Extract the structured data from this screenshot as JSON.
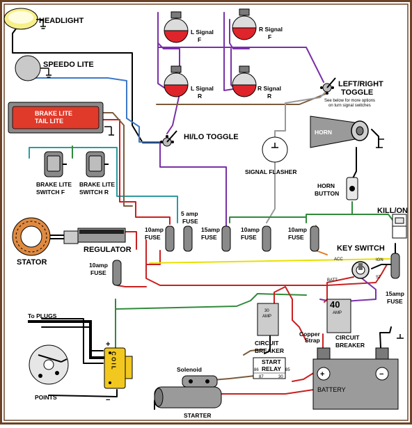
{
  "labels": {
    "headlight": "HEADLIGHT",
    "speedo_lite": "SPEEDO LITE",
    "brake_lite": "BRAKE LITE",
    "tail_lite": "TAIL LITE",
    "l_signal_f": "L Signal",
    "l_signal_f_suffix": "F",
    "l_signal_r": "L Signal",
    "l_signal_r_suffix": "R",
    "r_signal_f": "R Signal",
    "r_signal_f_suffix": "F",
    "r_signal_r": "R Signal",
    "r_signal_r_suffix": "R",
    "left_right_toggle_1": "LEFT/RIGHT",
    "left_right_toggle_2": "TOGGLE",
    "toggle_note_1": "See below for more options",
    "toggle_note_2": "on turn signal switches",
    "hi_lo_toggle": "HI/LO TOGGLE",
    "horn": "HORN",
    "signal_flasher": "SIGNAL FLASHER",
    "horn_button_1": "HORN",
    "horn_button_2": "BUTTON",
    "brake_lite_switch_f_1": "BRAKE LITE",
    "brake_lite_switch_f_2": "SWITCH  F",
    "brake_lite_switch_r_1": "BRAKE LITE",
    "brake_lite_switch_r_2": "SWITCH  R",
    "kill_on": "KILL/ON",
    "stator": "STATOR",
    "regulator": "REGULATOR",
    "fuse_10a_1a": "10amp",
    "fuse_10a_1b": "FUSE",
    "fuse_5a_a": "5 amp",
    "fuse_5a_b": "FUSE",
    "fuse_15a_1a": "15amp",
    "fuse_15a_1b": "FUSE",
    "fuse_10a_2a": "10amp",
    "fuse_10a_2b": "FUSE",
    "fuse_10a_3a": "10amp",
    "fuse_10a_3b": "FUSE",
    "fuse_10a_4a": "10amp",
    "fuse_10a_4b": "FUSE",
    "fuse_15a_2a": "15amp",
    "fuse_15a_2b": "FUSE",
    "key_switch": "KEY SWITCH",
    "acc": "ACC",
    "ign": "IGN",
    "batt": "BATT",
    "st": "ST",
    "to_plugs": "To PLUGS",
    "coil": "C O I L",
    "plus": "+",
    "minus": "−",
    "points": "POINTS",
    "cb30_1": "30",
    "cb30_2": "AMP",
    "cb40_1": "40",
    "cb40_2": "AMP",
    "circuit_breaker_1a": "CIRCUIT",
    "circuit_breaker_1b": "BREAKER",
    "circuit_breaker_2a": "CIRCUIT",
    "circuit_breaker_2b": "BREAKER",
    "copper_strap_1": "Copper",
    "copper_strap_2": "Strap",
    "start_relay": "START",
    "relay_word": "RELAY",
    "relay_86": "86",
    "relay_87": "87",
    "relay_85": "85",
    "relay_30": "30",
    "solenoid": "Solenoid",
    "starter": "STARTER",
    "battery": "BATTERY",
    "batt_plus": "+",
    "batt_minus": "−"
  },
  "colors": {
    "frame": "#6b4226",
    "lamp_red": "#e0242b",
    "headlight_yellow": "#f7ef8a",
    "brake_lite_red": "#e03a2a",
    "fuse_gray": "#8a8a8a",
    "battery_gray": "#9b9b9b",
    "wire_purple": "#7a2fa8",
    "wire_red": "#c82020",
    "wire_blue": "#3b78c8",
    "wire_teal": "#2e9aa0",
    "wire_green": "#2f8a3a",
    "wire_yellow": "#e8e000",
    "wire_brown": "#7a5a3a",
    "wire_black": "#000000"
  }
}
